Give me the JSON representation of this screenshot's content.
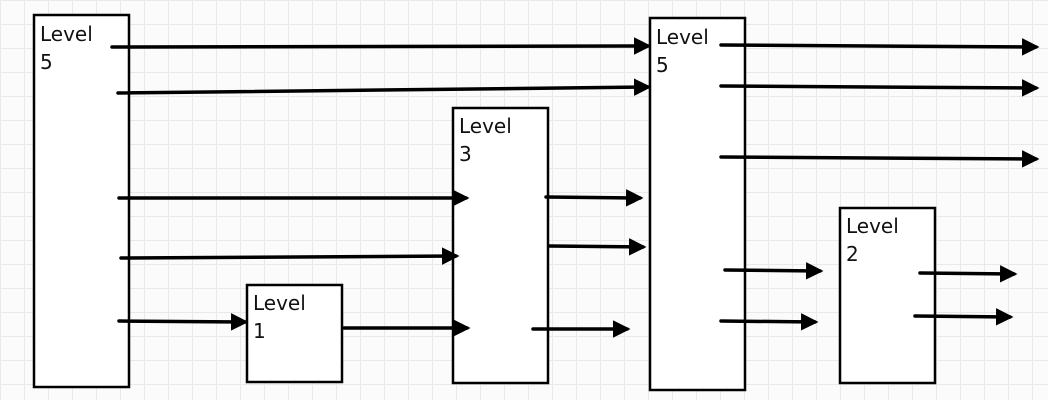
{
  "boxes": [
    {
      "id": "level5-left",
      "line1": "Level",
      "line2": "5"
    },
    {
      "id": "level1",
      "line1": "Level",
      "line2": "1"
    },
    {
      "id": "level3",
      "line1": "Level",
      "line2": "3"
    },
    {
      "id": "level5-right",
      "line1": "Level",
      "line2": "5"
    },
    {
      "id": "level2",
      "line1": "Level",
      "line2": "2"
    }
  ]
}
